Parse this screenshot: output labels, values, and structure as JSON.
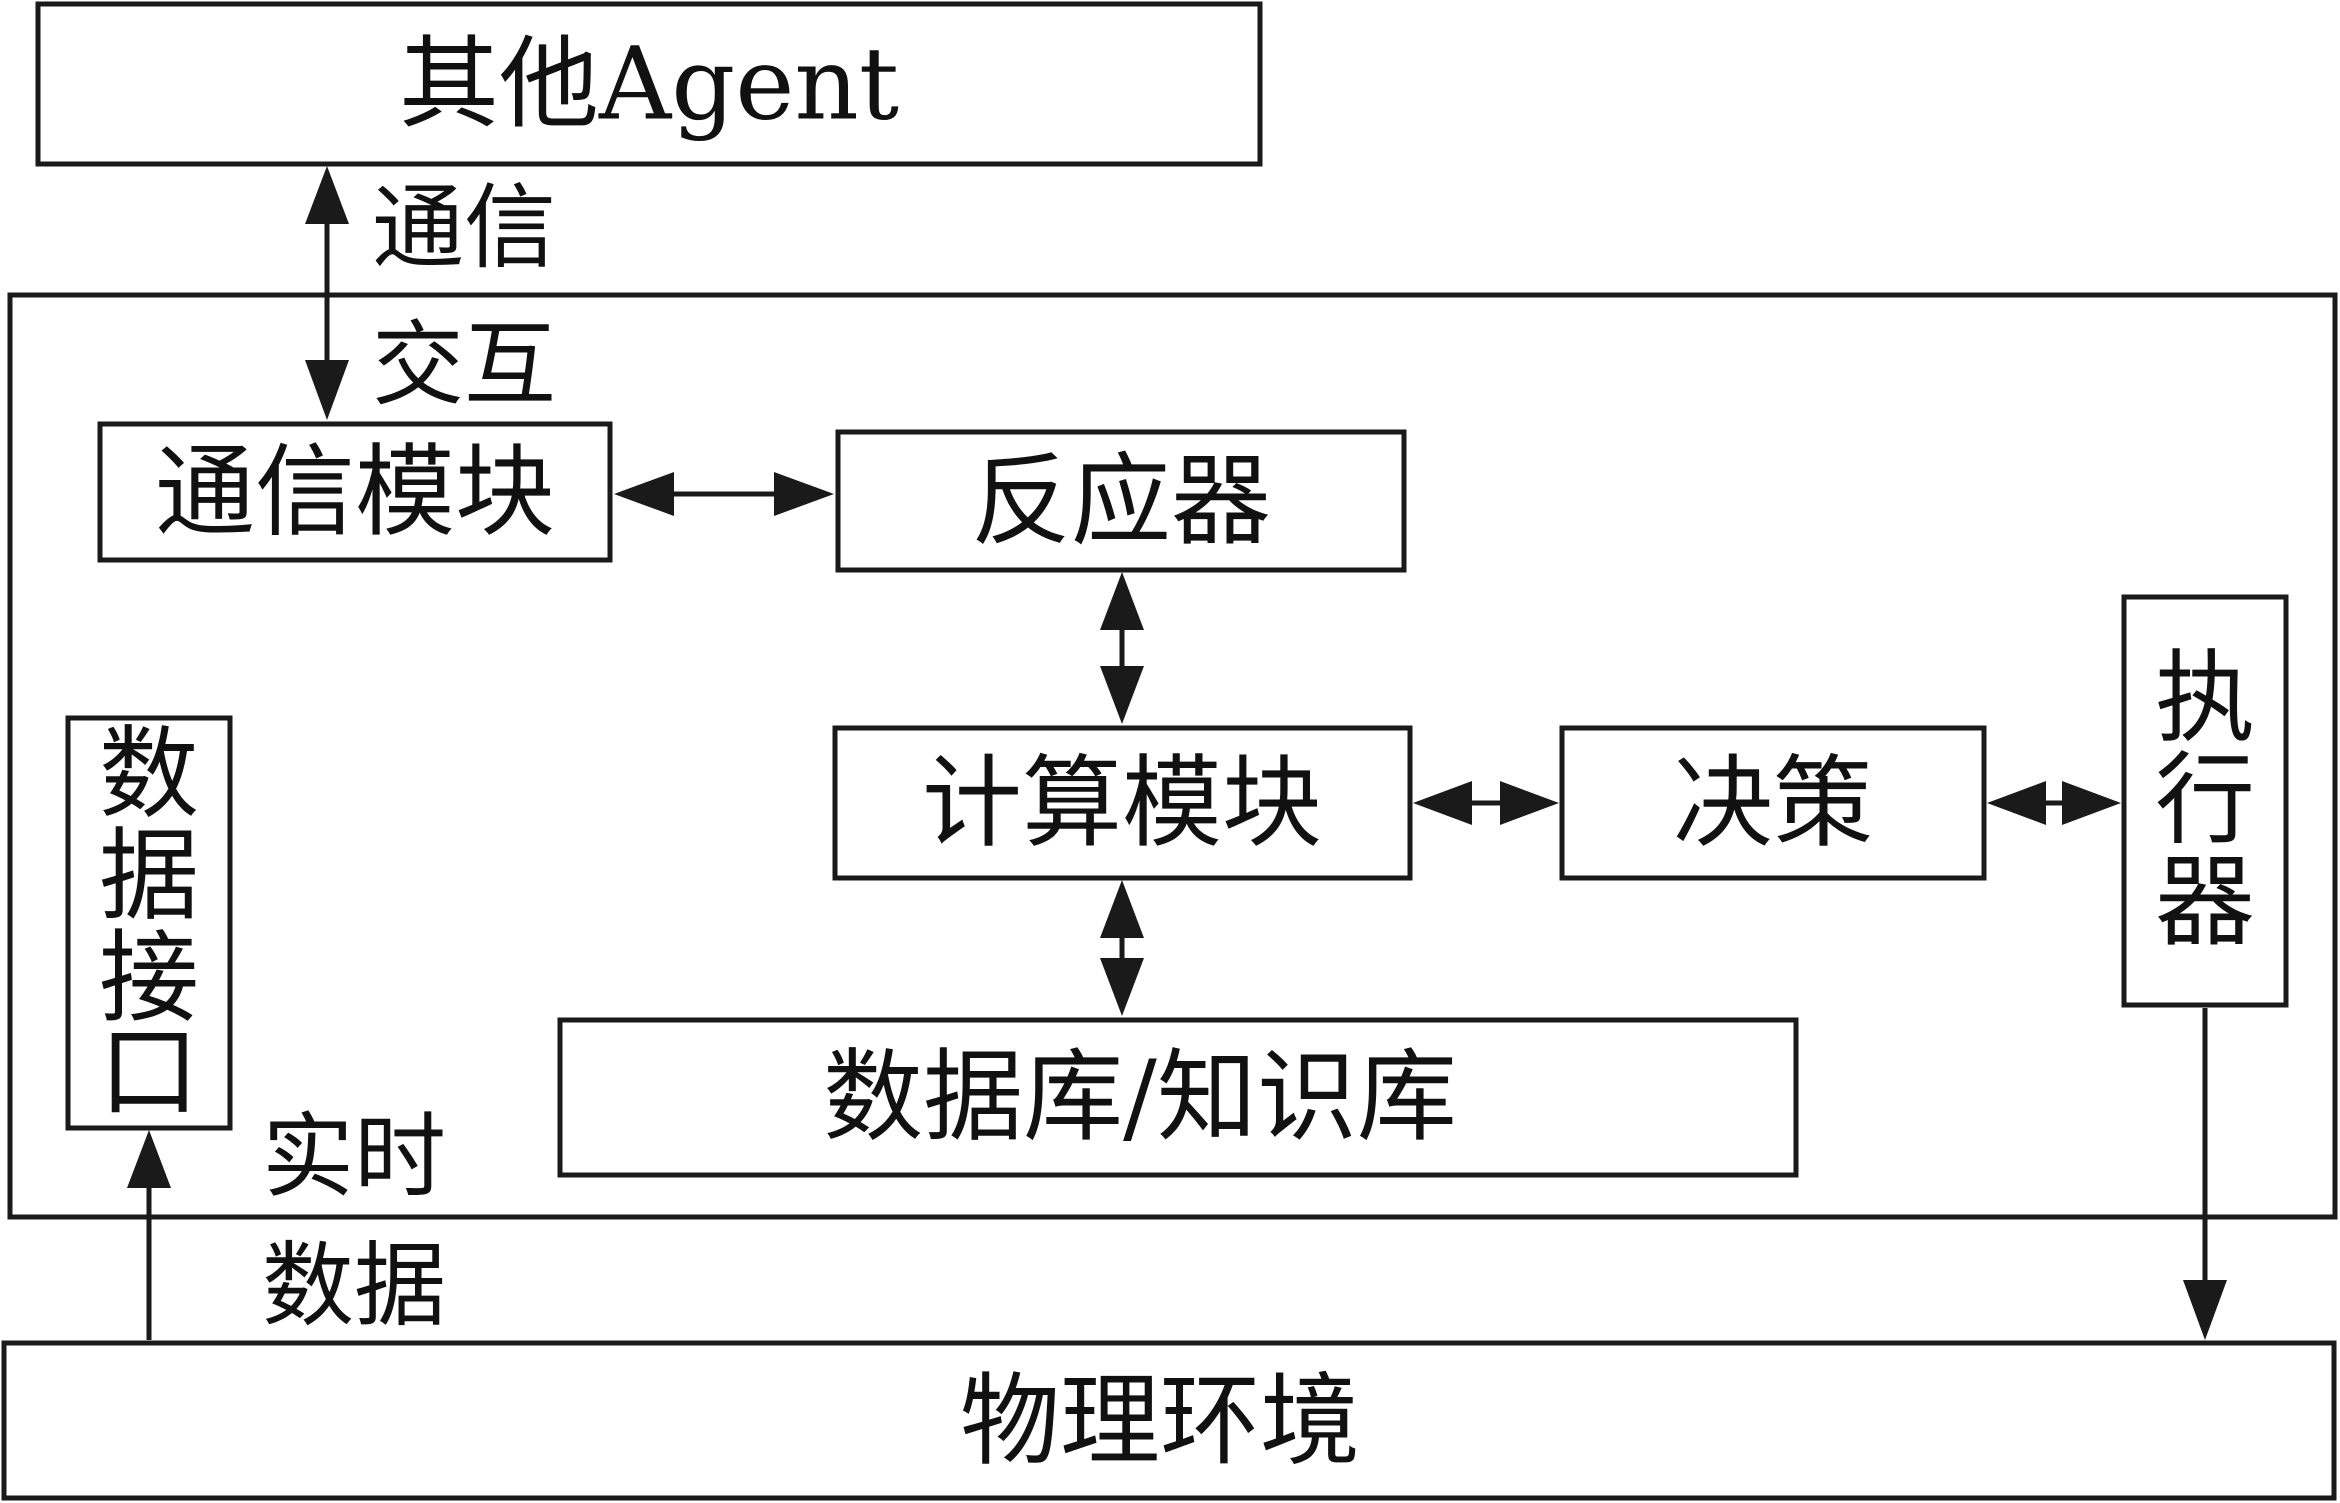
{
  "boxes": {
    "other_agent": "其他Agent",
    "comm_module": "通信模块",
    "reactor": "反应器",
    "compute_module": "计算模块",
    "decision": "决策",
    "executor": [
      "执",
      "行",
      "器"
    ],
    "data_interface": [
      "数",
      "据",
      "接",
      "口"
    ],
    "database": "数据库/知识库",
    "physical_env": "物理环境"
  },
  "labels": {
    "communication": "通信",
    "interaction": "交互",
    "realtime": "实时",
    "data": "数据"
  },
  "colors": {
    "stroke": "#1a1a1a",
    "text": "#111111",
    "background": "#ffffff"
  }
}
